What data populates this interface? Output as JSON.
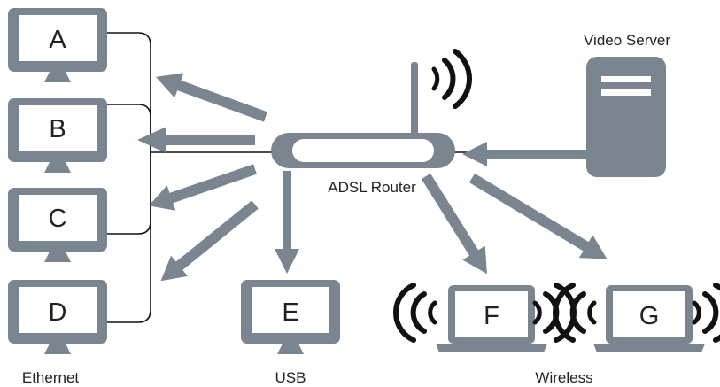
{
  "colors": {
    "device": "#7a8590",
    "screen": "#ffffff",
    "wire": "#111111",
    "arrow": "#7a8590",
    "wave": "#111111",
    "text": "#222222"
  },
  "nodes": {
    "a": "A",
    "b": "B",
    "c": "C",
    "d": "D",
    "e": "E",
    "f": "F",
    "g": "G"
  },
  "labels": {
    "video_server": "Video Server",
    "router": "ADSL Router",
    "ethernet": "Ethernet",
    "usb": "USB",
    "wireless": "Wireless"
  },
  "icons": {
    "monitor": "desktop-monitor-icon",
    "laptop": "laptop-icon",
    "router": "router-icon",
    "server": "server-tower-icon",
    "signal": "wireless-signal-icon"
  }
}
